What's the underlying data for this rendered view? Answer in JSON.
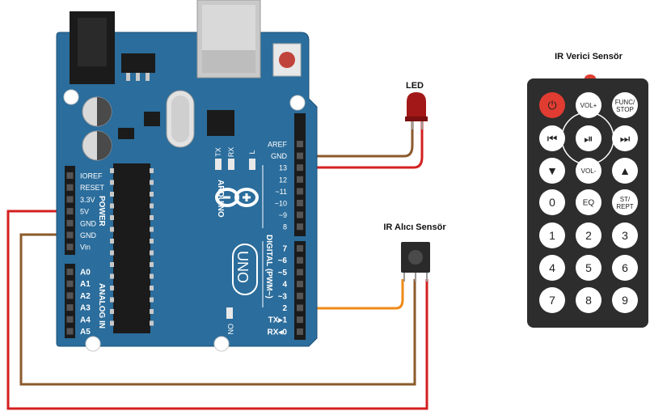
{
  "labels": {
    "led": "LED",
    "ir_receiver": "IR Alıcı Sensör",
    "ir_remote": "IR Verici Sensör"
  },
  "board": {
    "brand": "ARDUINO",
    "model": "UNO",
    "on_label": "ON",
    "power_title": "POWER",
    "analog_title": "ANALOG IN",
    "digital_title": "DIGITAL (PWM~)",
    "led_tx": "TX",
    "led_rx": "RX",
    "led_l": "L",
    "power_pins": [
      "IOREF",
      "RESET",
      "3.3V",
      "5V",
      "GND",
      "GND",
      "Vin"
    ],
    "analog_pins": [
      "A0",
      "A1",
      "A2",
      "A3",
      "A4",
      "A5"
    ],
    "digital_top_pins": [
      "AREF",
      "GND",
      "13",
      "12",
      "~11",
      "~10",
      "~9",
      "8"
    ],
    "digital_bottom_pins": [
      "7",
      "~6",
      "~5",
      "4",
      "~3",
      "2",
      "TX▸1",
      "RX◂0"
    ]
  },
  "remote": {
    "rows": [
      [
        "⏻",
        "VOL+",
        "FUNC/\nSTOP"
      ],
      [
        "⏮",
        "⏯",
        "⏭"
      ],
      [
        "▼",
        "VOL-",
        "▲"
      ],
      [
        "0",
        "EQ",
        "ST/\nREPT"
      ],
      [
        "1",
        "2",
        "3"
      ],
      [
        "4",
        "5",
        "6"
      ],
      [
        "7",
        "8",
        "9"
      ]
    ]
  },
  "colors": {
    "board": "#2b6d9c",
    "wire_red": "#d42020",
    "wire_brown": "#8b5a2b",
    "wire_orange": "#ef8a17",
    "remote_body": "#2d2d2d",
    "power_button": "#e03c31"
  }
}
